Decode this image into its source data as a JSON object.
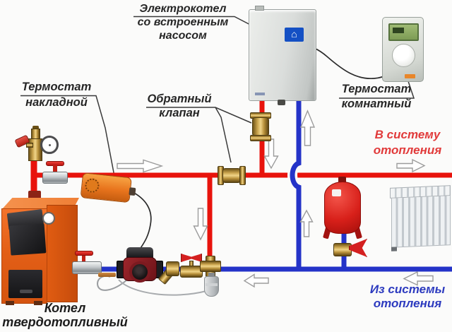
{
  "labels": {
    "electric_boiler": {
      "line1": "Электрокотел",
      "line2": "со встроенным",
      "line3": "насосом"
    },
    "thermostat_surface": {
      "line1": "Термостат",
      "line2": "накладной"
    },
    "check_valve": {
      "line1": "Обратный",
      "line2": "клапан"
    },
    "thermostat_room": {
      "line1": "Термостат",
      "line2": "комнатный"
    },
    "to_system": {
      "line1": "В систему",
      "line2": "отопления"
    },
    "from_system": {
      "line1": "Из системы",
      "line2": "отопления"
    },
    "solid_fuel_boiler": {
      "line1": "Котел",
      "line2": "твердотопливный"
    }
  },
  "colors": {
    "supply_pipe": "#e8130c",
    "return_pipe": "#2433c8",
    "to_system_text": "#e13b3b",
    "from_system_text": "#2d3bbf",
    "label_text": "#262626",
    "solid_fuel_boiler_body": "#e8641c",
    "surface_thermostat_body": "#ef8020",
    "expansion_tank_body": "#d8201a",
    "brass_fitting": "#caa44e"
  },
  "components": [
    "electric-boiler",
    "room-thermostat",
    "surface-thermostat-device",
    "solid-fuel-boiler",
    "boiler-safety-group",
    "pressure-gauge",
    "supply-ball-valve",
    "check-valve-vertical",
    "check-valve-horizontal",
    "circulation-pump",
    "y-strainer-filter",
    "return-ball-valve-left",
    "return-ball-valve-right",
    "cross-fitting",
    "makeup-canister",
    "expansion-tank",
    "expansion-tank-valve",
    "radiator",
    "flow-arrows",
    "supply-pipe",
    "return-pipe"
  ]
}
